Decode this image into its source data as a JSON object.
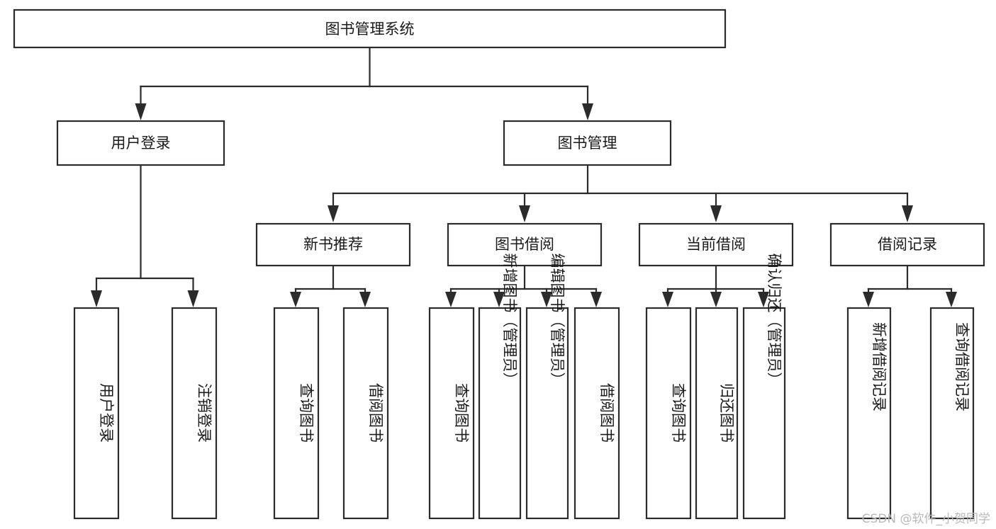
{
  "diagram": {
    "title": "图书管理系统",
    "type": "tree-hierarchy-chart",
    "root": {
      "id": "root",
      "label": "图书管理系统",
      "orientation": "horizontal"
    },
    "level2": [
      {
        "id": "user-login",
        "label": "用户登录",
        "orientation": "horizontal"
      },
      {
        "id": "book-manage",
        "label": "图书管理",
        "orientation": "horizontal"
      }
    ],
    "level3": [
      {
        "id": "new-book-rec",
        "label": "新书推荐",
        "orientation": "horizontal",
        "parent": "book-manage"
      },
      {
        "id": "book-borrow",
        "label": "图书借阅",
        "orientation": "horizontal",
        "parent": "book-manage"
      },
      {
        "id": "current-borrow",
        "label": "当前借阅",
        "orientation": "horizontal",
        "parent": "book-manage"
      },
      {
        "id": "borrow-record",
        "label": "借阅记录",
        "orientation": "horizontal",
        "parent": "book-manage"
      }
    ],
    "leaves": [
      {
        "id": "leaf-user-login",
        "label": "用户登录",
        "parent": "user-login",
        "orientation": "vertical"
      },
      {
        "id": "leaf-user-logout",
        "label": "注销登录",
        "parent": "user-login",
        "orientation": "vertical"
      },
      {
        "id": "leaf-query-book-1",
        "label": "查询图书",
        "parent": "new-book-rec",
        "orientation": "vertical"
      },
      {
        "id": "leaf-borrow-book-1",
        "label": "借阅图书",
        "parent": "new-book-rec",
        "orientation": "vertical"
      },
      {
        "id": "leaf-query-book-2",
        "label": "查询图书",
        "parent": "book-borrow",
        "orientation": "vertical"
      },
      {
        "id": "leaf-add-book",
        "label": "新增图书（管理员）",
        "parent": "book-borrow",
        "orientation": "vertical"
      },
      {
        "id": "leaf-edit-book",
        "label": "编辑图书（管理员）",
        "parent": "book-borrow",
        "orientation": "vertical"
      },
      {
        "id": "leaf-borrow-book-2",
        "label": "借阅图书",
        "parent": "book-borrow",
        "orientation": "vertical"
      },
      {
        "id": "leaf-query-book-3",
        "label": "查询图书",
        "parent": "current-borrow",
        "orientation": "vertical"
      },
      {
        "id": "leaf-return-book",
        "label": "归还图书",
        "parent": "current-borrow",
        "orientation": "vertical"
      },
      {
        "id": "leaf-confirm-return",
        "label": "确认归还（管理员）",
        "parent": "current-borrow",
        "orientation": "vertical"
      },
      {
        "id": "leaf-add-record",
        "label": "新增借阅记录",
        "parent": "borrow-record",
        "orientation": "vertical"
      },
      {
        "id": "leaf-query-record",
        "label": "查询借阅记录",
        "parent": "borrow-record",
        "orientation": "vertical"
      }
    ],
    "watermark": "CSDN @软件_小贺同学",
    "colors": {
      "box_border": "#2b2b2b",
      "box_fill": "#ffffff",
      "connector": "#2b2b2b",
      "text": "#1a1a1a",
      "watermark": "#b9b9b9",
      "background": "#ffffff"
    }
  }
}
